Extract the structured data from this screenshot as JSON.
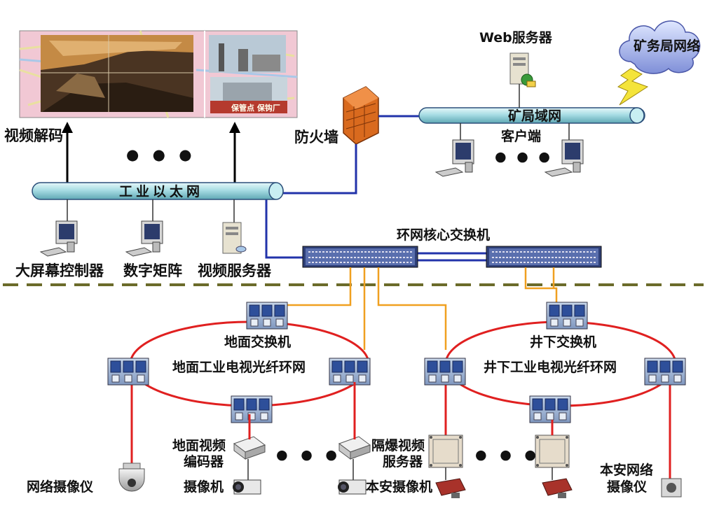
{
  "labels": {
    "video_decode": "视频解码",
    "firewall": "防火墙",
    "web_server": "Web服务器",
    "bureau_network": "矿务局网络",
    "mine_lan": "矿局域网",
    "client": "客户端",
    "industrial_ethernet": "工业以太网",
    "ring_core_switch": "环网核心交换机",
    "big_screen_controller": "大屏幕控制器",
    "digital_matrix": "数字矩阵",
    "video_server": "视频服务器",
    "surface_switch": "地面交换机",
    "surface_ring": "地面工业电视光纤环网",
    "underground_switch": "井下交换机",
    "underground_ring": "井下工业电视光纤环网",
    "surface_encoder_line1": "地面视频",
    "surface_encoder_line2": "编码器",
    "explosion_proof_line1": "隔爆视频",
    "explosion_proof_line2": "服务器",
    "network_camera": "网络摄像仪",
    "camera": "摄像机",
    "ia_camera": "本安摄像机",
    "ia_network_camera_line1": "本安网络",
    "ia_network_camera_line2": "摄像仪",
    "ellipsis": "● ● ●"
  },
  "video_wall": {
    "sign_text": "保管点  保钩厂"
  },
  "colors": {
    "backbone_fill": "#a8dde4",
    "backbone_stroke": "#2b4f7a",
    "link_blue": "#2233aa",
    "ring_red": "#e02020",
    "fiber_orange": "#f0a020",
    "divider": "#6b6b2a"
  }
}
